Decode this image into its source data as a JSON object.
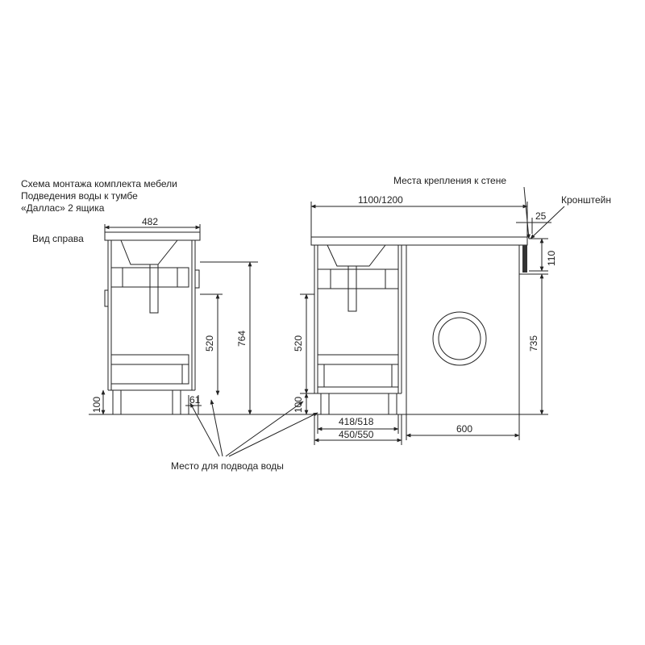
{
  "notes": {
    "line1": "Схема монтажа комплекта мебели",
    "line2": "Подведения воды к тумбе",
    "line3": "«Даллас» 2 ящика",
    "side_view": "Вид справа"
  },
  "side": {
    "width": "482",
    "d520": "520",
    "d764": "764",
    "d100": "100",
    "d61": "61"
  },
  "front": {
    "width_total": "1100/1200",
    "d25": "25",
    "d110": "110",
    "d735": "735",
    "d520": "520",
    "d100": "100",
    "inner": "418/518",
    "outer": "450/550",
    "machine": "600"
  },
  "labels": {
    "wall_mount": "Места крепления к стене",
    "bracket": "Кронштейн",
    "water": "Место для подвода воды"
  }
}
